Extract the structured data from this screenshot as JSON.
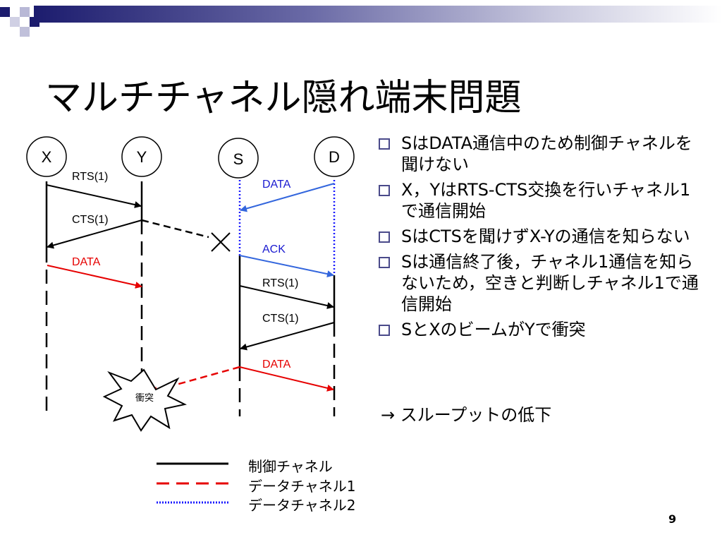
{
  "slide": {
    "title": "マルチチャネル隠れ端末問題",
    "page_number": "9"
  },
  "diagram": {
    "nodes": {
      "x": "X",
      "y": "Y",
      "s": "S",
      "d": "D"
    },
    "labels": {
      "xy_rts": "RTS(1)",
      "xy_cts": "CTS(1)",
      "xy_data": "DATA",
      "sd_data": "DATA",
      "sd_ack": "ACK",
      "sd_rts": "RTS(1)",
      "sd_cts": "CTS(1)",
      "sd_data2": "DATA",
      "collision": "衝突"
    },
    "legend": [
      {
        "label": "制御チャネル",
        "style": "solid",
        "color": "#000000"
      },
      {
        "label": "データチャネル1",
        "style": "dashed",
        "color": "#e60000"
      },
      {
        "label": "データチャネル2",
        "style": "dotted",
        "color": "#1a1aff"
      }
    ],
    "colors": {
      "control": "#000000",
      "data1": "#e60000",
      "data2": "#3366dd",
      "data2_line": "#1a1aff"
    }
  },
  "bullets": [
    "SはDATA通信中のため制御チャネルを聞けない",
    "X，YはRTS-CTS交換を行いチャネル1で通信開始",
    "SはCTSを聞けずX-Yの通信を知らない",
    "Sは通信終了後，チャネル1通信を知らないため，空きと判断しチャネル1で通信開始",
    "SとXのビームがYで衝突"
  ],
  "conclusion": "→ スループットの低下"
}
